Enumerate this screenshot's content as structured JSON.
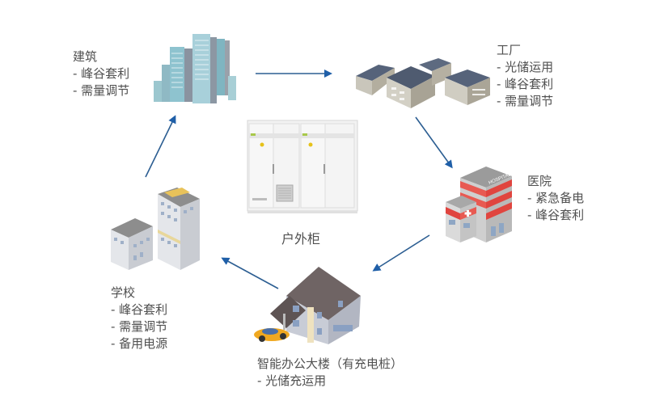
{
  "center": {
    "label": "户外柜",
    "icon": "outdoor-cabinet-icon"
  },
  "nodes": [
    {
      "id": "building",
      "title": "建筑",
      "items": [
        "- 峰谷套利",
        "- 需量调节"
      ],
      "icon": "skyscrapers-icon"
    },
    {
      "id": "factory",
      "title": "工厂",
      "items": [
        "- 光储运用",
        "- 峰谷套利",
        "- 需量调节"
      ],
      "icon": "factory-icon"
    },
    {
      "id": "hospital",
      "title": "医院",
      "items": [
        "- 紧急备电",
        "- 峰谷套利"
      ],
      "icon": "hospital-icon",
      "sign": "HOSPITAL"
    },
    {
      "id": "office",
      "title": "智能办公大楼（有充电桩）",
      "items": [
        "- 光储充运用"
      ],
      "icon": "house-with-ev-icon"
    },
    {
      "id": "school",
      "title": "学校",
      "items": [
        "- 峰谷套利",
        "- 需量调节",
        "- 备用电源"
      ],
      "icon": "school-icon"
    }
  ],
  "colors": {
    "arrow": "#1f5fa8",
    "text": "#505050"
  }
}
